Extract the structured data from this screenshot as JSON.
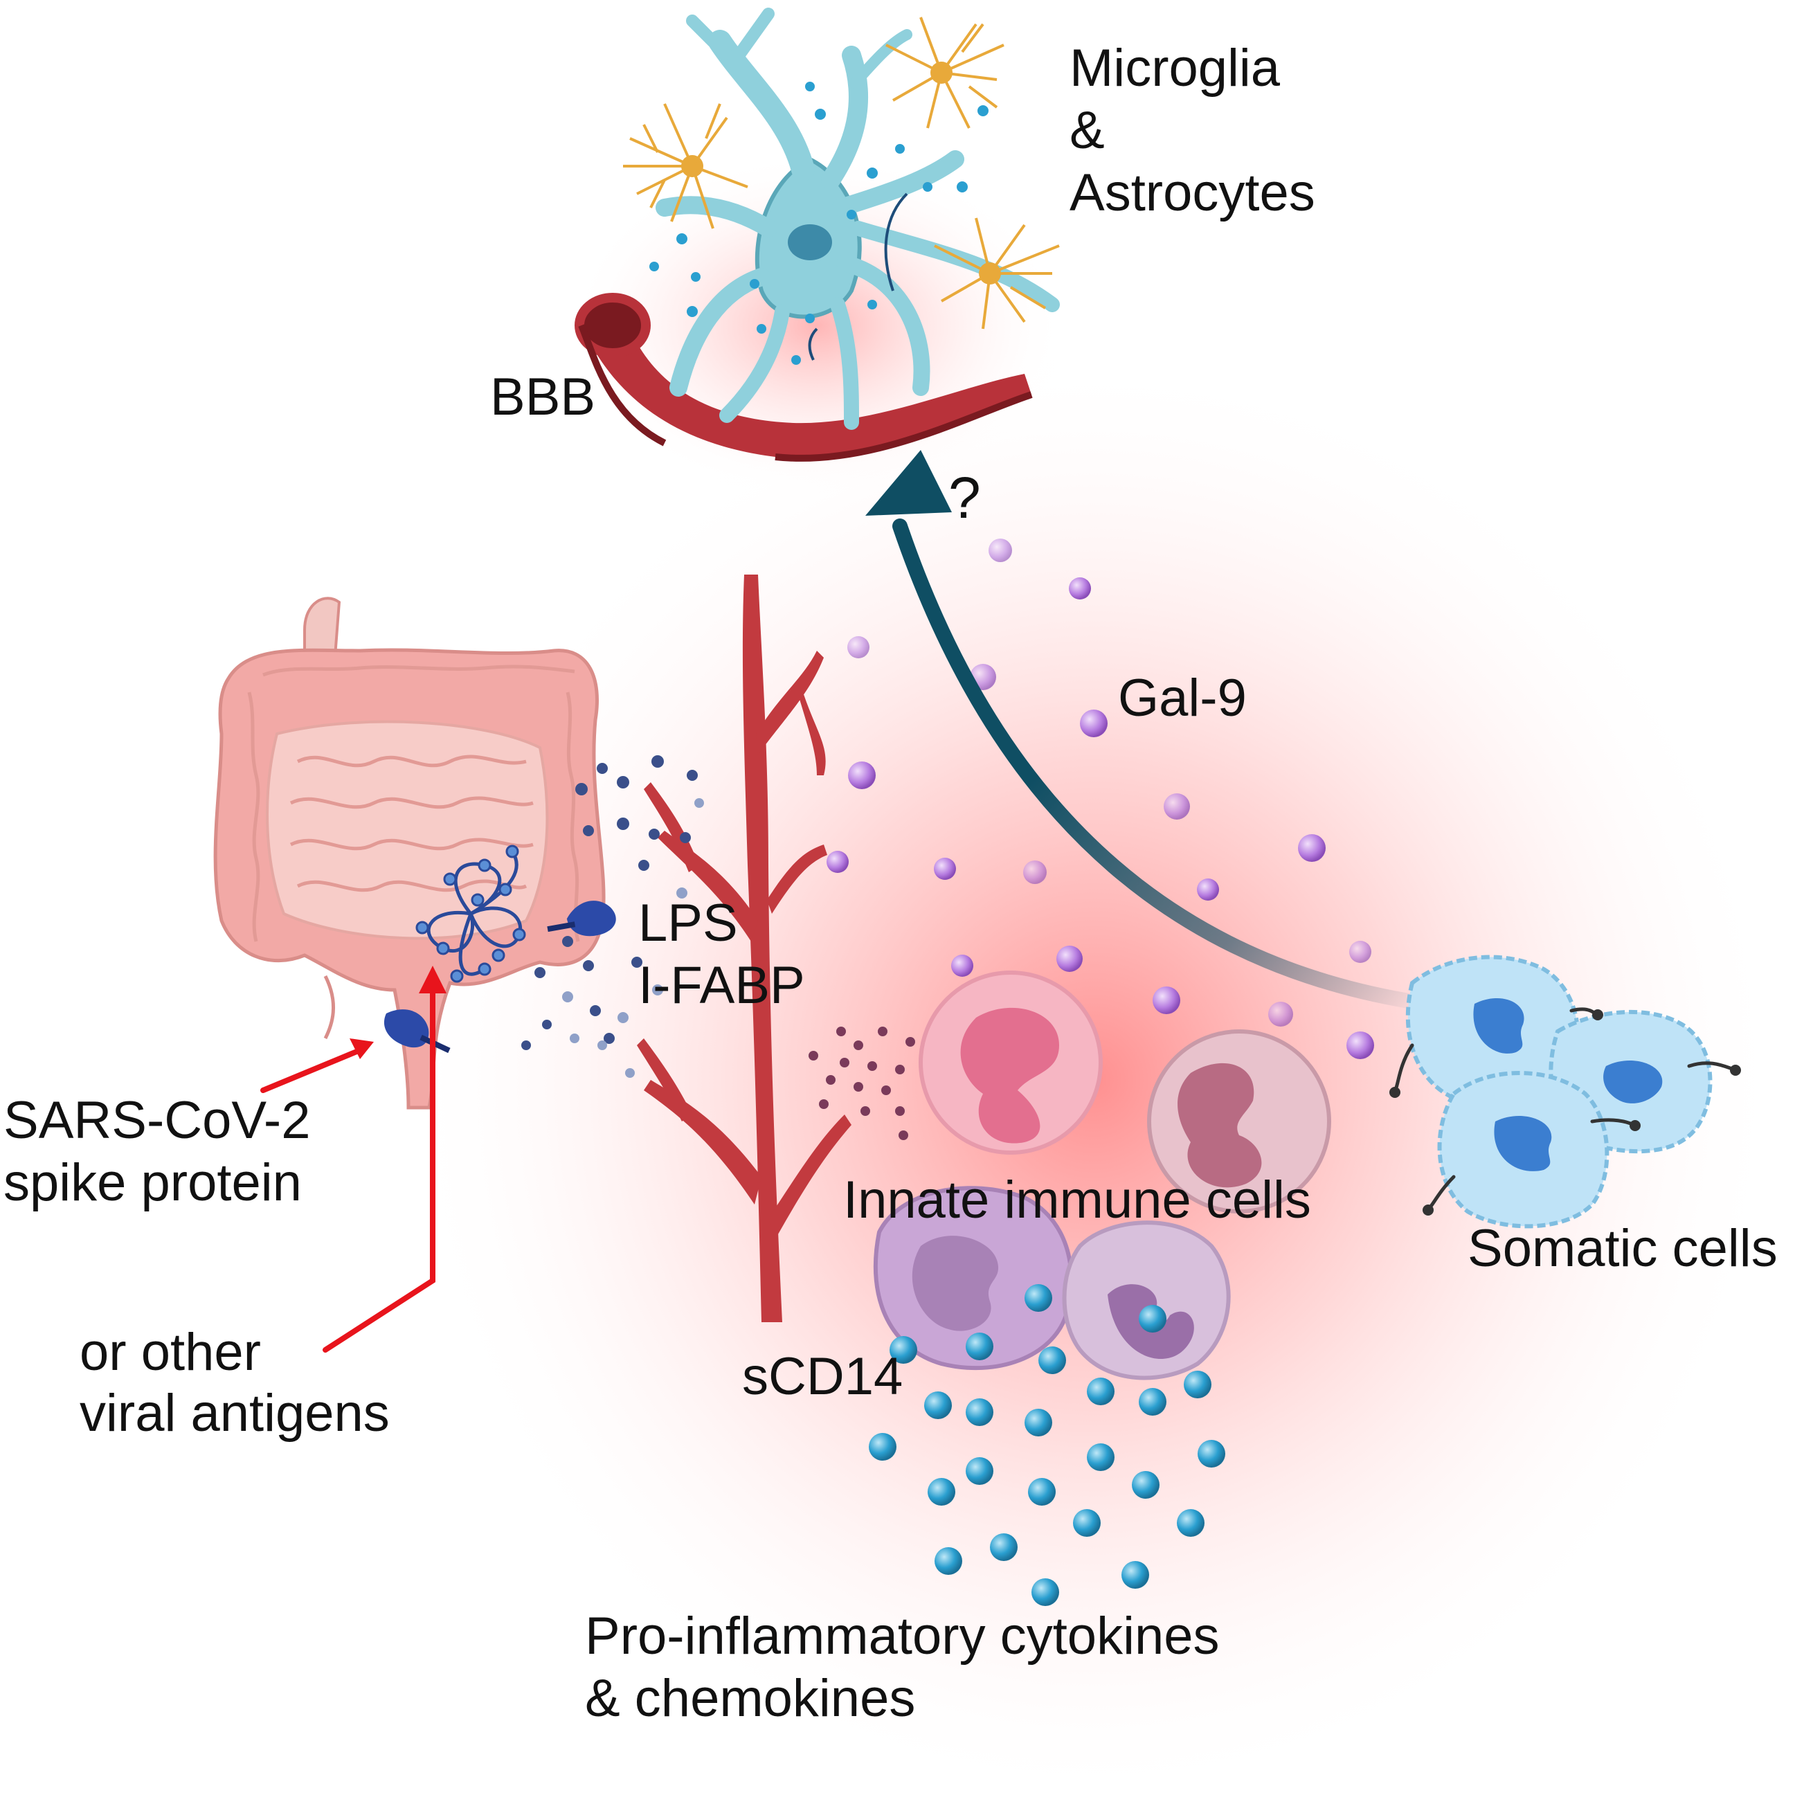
{
  "labels": {
    "microglia": "Microglia",
    "ampersand": "&",
    "astrocytes": "Astrocytes",
    "bbb": "BBB",
    "question": "?",
    "gal9": "Gal-9",
    "lps": "LPS",
    "ifabp": "I-FABP",
    "spike_line1": "SARS-CoV-2",
    "spike_line2": "spike protein",
    "other_line1": "or other",
    "other_line2": "viral antigens",
    "innate": "Innate immune cells",
    "somatic": "Somatic cells",
    "scd14": "sCD14",
    "cytokines_line1": "Pro-inflammatory cytokines",
    "cytokines_line2": "& chemokines"
  },
  "colors": {
    "inflammation_glow": "#ff6b6b",
    "vessel": "#b8323a",
    "vessel_dark": "#7a1a20",
    "neuron": "#8fd0dc",
    "astrocyte": "#e8a93a",
    "gut": "#f2a9a6",
    "gal9": "#a65fd4",
    "cytokine": "#2a9fd0",
    "lps": "#3a4f8a",
    "arrow_teal": "#0f4e63",
    "arrow_red": "#e8141c",
    "spike": "#2c4aa8",
    "somatic": "#bfe3f7"
  },
  "icons": [
    "neuron-icon",
    "astrocyte-icon",
    "blood-vessel-icon",
    "intestine-icon",
    "spike-protein-icon",
    "neutrophil-icon",
    "monocyte-icon",
    "somatic-cell-icon"
  ]
}
